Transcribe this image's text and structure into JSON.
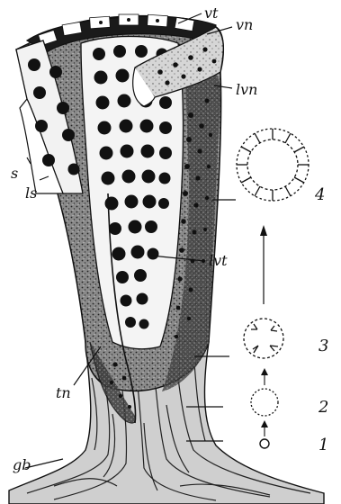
{
  "labels": {
    "vt": "vt",
    "vn": "vn",
    "lvn": "lvn",
    "s": "s",
    "ls": "ls",
    "lvt": "lvt",
    "tn": "tn",
    "gb": "gb"
  },
  "stages": {
    "one": "1",
    "two": "2",
    "three": "3",
    "four": "4"
  },
  "colors": {
    "ink": "#111111",
    "paper": "#ffffff",
    "shade": "#6a6a6a"
  }
}
